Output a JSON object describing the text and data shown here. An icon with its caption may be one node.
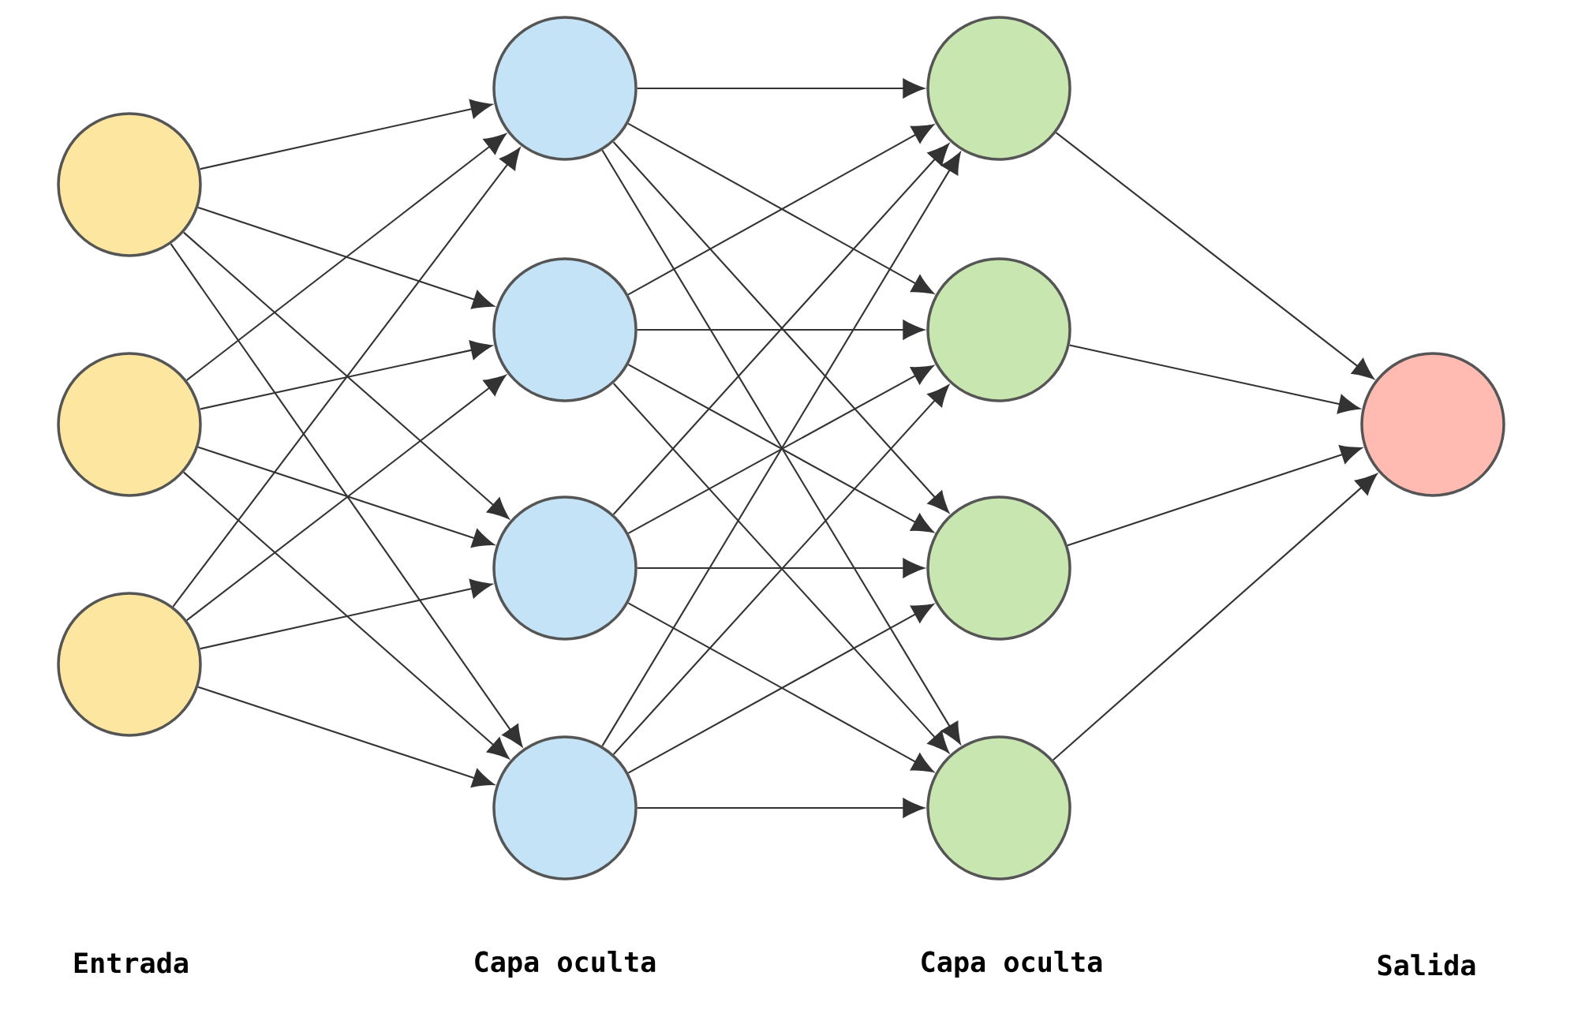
{
  "diagram": {
    "nodes": [
      {
        "text": [],
        "shape": "circle"
      },
      {
        "text": [],
        "shape": "circle"
      },
      {
        "text": [],
        "shape": "circle"
      },
      {
        "text": [],
        "shape": "circle"
      },
      {
        "text": [],
        "shape": "circle"
      },
      {
        "text": [],
        "shape": "circle"
      },
      {
        "text": [],
        "shape": "circle"
      },
      {
        "text": [],
        "shape": "circle"
      },
      {
        "text": [],
        "shape": "circle"
      },
      {
        "text": [],
        "shape": "circle"
      },
      {
        "text": [],
        "shape": "circle"
      },
      {
        "text": [],
        "shape": "circle"
      }
    ],
    "edges": [
      {
        "from": 0,
        "to": 3,
        "arrow": "to"
      },
      {
        "from": 0,
        "to": 4,
        "arrow": "to"
      },
      {
        "from": 0,
        "to": 5,
        "arrow": "to"
      },
      {
        "from": 0,
        "to": 6,
        "arrow": "to"
      },
      {
        "from": 1,
        "to": 3,
        "arrow": "to"
      },
      {
        "from": 1,
        "to": 4,
        "arrow": "to"
      },
      {
        "from": 1,
        "to": 5,
        "arrow": "to"
      },
      {
        "from": 1,
        "to": 6,
        "arrow": "to"
      },
      {
        "from": 2,
        "to": 3,
        "arrow": "to"
      },
      {
        "from": 2,
        "to": 4,
        "arrow": "to"
      },
      {
        "from": 2,
        "to": 5,
        "arrow": "to"
      },
      {
        "from": 2,
        "to": 6,
        "arrow": "to"
      },
      {
        "from": 3,
        "to": 7,
        "arrow": "to"
      },
      {
        "from": 3,
        "to": 8,
        "arrow": "to"
      },
      {
        "from": 3,
        "to": 9,
        "arrow": "to"
      },
      {
        "from": 3,
        "to": 10,
        "arrow": "to"
      },
      {
        "from": 4,
        "to": 7,
        "arrow": "to"
      },
      {
        "from": 4,
        "to": 8,
        "arrow": "to"
      },
      {
        "from": 4,
        "to": 9,
        "arrow": "to"
      },
      {
        "from": 4,
        "to": 10,
        "arrow": "to"
      },
      {
        "from": 5,
        "to": 7,
        "arrow": "to"
      },
      {
        "from": 5,
        "to": 8,
        "arrow": "to"
      },
      {
        "from": 5,
        "to": 9,
        "arrow": "to"
      },
      {
        "from": 5,
        "to": 10,
        "arrow": "to"
      },
      {
        "from": 6,
        "to": 7,
        "arrow": "to"
      },
      {
        "from": 6,
        "to": 8,
        "arrow": "to"
      },
      {
        "from": 6,
        "to": 9,
        "arrow": "to"
      },
      {
        "from": 6,
        "to": 10,
        "arrow": "to"
      },
      {
        "from": 7,
        "to": 11,
        "arrow": "to"
      },
      {
        "from": 8,
        "to": 11,
        "arrow": "to"
      },
      {
        "from": 9,
        "to": 11,
        "arrow": "to"
      },
      {
        "from": 10,
        "to": 11,
        "arrow": "to"
      }
    ],
    "labels": [
      "Entrada",
      "Capa oculta",
      "Capa oculta",
      "Salida"
    ]
  }
}
